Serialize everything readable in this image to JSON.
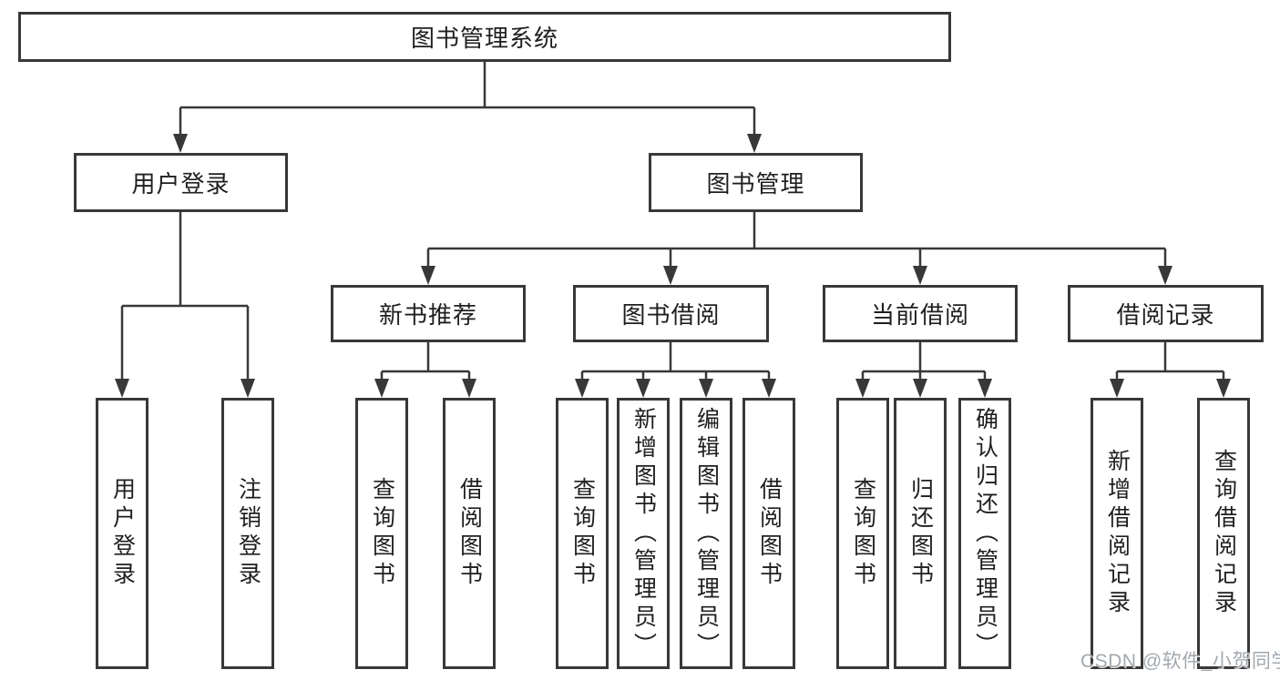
{
  "colors": {
    "line": "#383838",
    "box_border": "#383838",
    "box_fill": "#ffffff",
    "text": "#1f1f1f",
    "watermark_text": "#a2a8ae",
    "background": "#ffffff"
  },
  "watermark": "CSDN @软件_小贺同学",
  "tree": {
    "root": "图书管理系统",
    "branches": [
      {
        "label": "用户登录",
        "children": [
          "用户登录",
          "注销登录"
        ]
      },
      {
        "label": "图书管理",
        "children": [
          {
            "label": "新书推荐",
            "children": [
              "查询图书",
              "借阅图书"
            ]
          },
          {
            "label": "图书借阅",
            "children": [
              "查询图书",
              "新增图书（管理员）",
              "编辑图书（管理员）",
              "借阅图书"
            ]
          },
          {
            "label": "当前借阅",
            "children": [
              "查询图书",
              "归还图书",
              "确认归还（管理员）"
            ]
          },
          {
            "label": "借阅记录",
            "children": [
              "新增借阅记录",
              "查询借阅记录"
            ]
          }
        ]
      }
    ]
  }
}
